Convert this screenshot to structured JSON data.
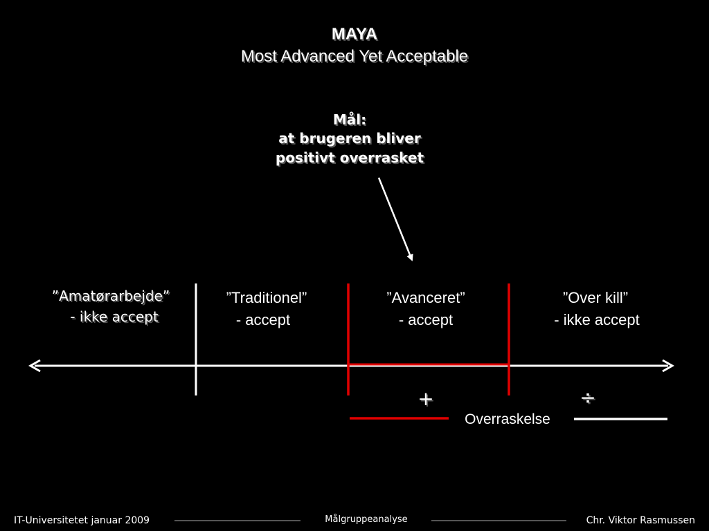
{
  "slide": {
    "title": "MAYA",
    "subtitle": "Most Advanced Yet Acceptable",
    "goal": {
      "label": "Mål:",
      "line1": "at brugeren bliver",
      "line2": "positivt overrasket"
    },
    "categories": [
      {
        "name": "”Amatørarbejde”",
        "note": "- ikke accept"
      },
      {
        "name": "”Traditionel”",
        "note": "- accept"
      },
      {
        "name": "”Avanceret”",
        "note": "- accept"
      },
      {
        "name": "”Over kill”",
        "note": "- ikke accept"
      }
    ],
    "plus_symbol": "+",
    "minus_symbol": "÷",
    "surprise_label": "Overraskelse",
    "accent_color": "#e00000"
  },
  "footer": {
    "left": "IT-Universitetet januar 2009",
    "center": "Målgruppeanalyse",
    "right": "Chr. Viktor Rasmussen"
  }
}
